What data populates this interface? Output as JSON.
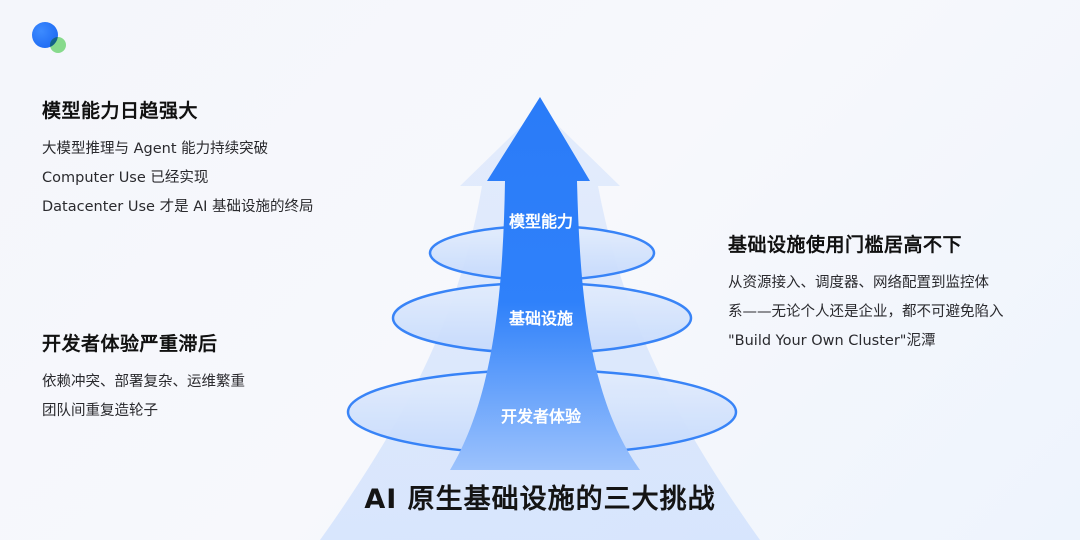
{
  "title": "AI 原生基础设施的三大挑战",
  "layers": {
    "top": "模型能力",
    "middle": "基础设施",
    "bottom": "开发者体验"
  },
  "blocks": {
    "model": {
      "heading": "模型能力日趋强大",
      "lines": [
        "大模型推理与 Agent 能力持续突破",
        "Computer Use 已经实现",
        "Datacenter Use 才是 AI 基础设施的终局"
      ]
    },
    "dev": {
      "heading": "开发者体验严重滞后",
      "lines": [
        "依赖冲突、部署复杂、运维繁重",
        "团队间重复造轮子"
      ]
    },
    "infra": {
      "heading": "基础设施使用门槛居高不下",
      "lines": [
        "从资源接入、调度器、网络配置到监控体",
        "系——无论个人还是企业，都不可避免陷入",
        "\"Build Your Own Cluster\"泥潭"
      ]
    }
  },
  "colors": {
    "accent": "#1a6ef5",
    "accent_light": "#8fb8fb",
    "green_dot": "#79dd7a"
  }
}
